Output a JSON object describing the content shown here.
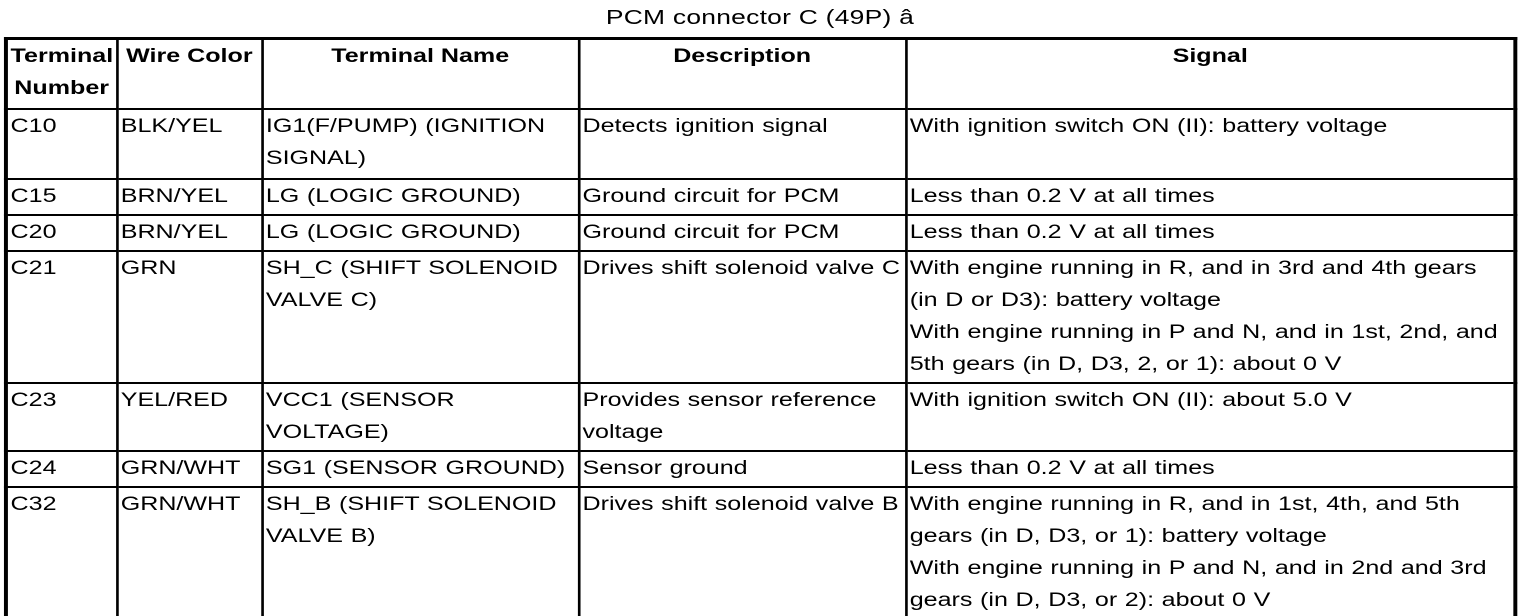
{
  "title": "PCM connector C (49P) â",
  "table": {
    "headers": {
      "terminal_number": "Terminal Number",
      "wire_color": "Wire Color",
      "terminal_name": "Terminal Name",
      "description": "Description",
      "signal": "Signal"
    },
    "rows": [
      {
        "terminal_number": "C10",
        "wire_color": "BLK/YEL",
        "terminal_name": "IG1(F/PUMP) (IGNITION SIGNAL)",
        "description": "Detects ignition signal",
        "signal": [
          "With ignition switch ON (II): battery voltage"
        ]
      },
      {
        "terminal_number": "C15",
        "wire_color": "BRN/YEL",
        "terminal_name": "LG (LOGIC GROUND)",
        "description": "Ground circuit for PCM",
        "signal": [
          "Less than 0.2 V at all times"
        ]
      },
      {
        "terminal_number": "C20",
        "wire_color": "BRN/YEL",
        "terminal_name": "LG (LOGIC GROUND)",
        "description": "Ground circuit for PCM",
        "signal": [
          "Less than 0.2 V at all times"
        ]
      },
      {
        "terminal_number": "C21",
        "wire_color": "GRN",
        "terminal_name": "SH_C (SHIFT SOLENOID VALVE C)",
        "description": "Drives shift solenoid valve C",
        "signal": [
          "With engine running in R, and in 3rd and 4th gears (in D or D3): battery voltage",
          "With engine running in P and N, and in 1st, 2nd, and 5th gears (in D, D3, 2, or 1): about 0 V"
        ]
      },
      {
        "terminal_number": "C23",
        "wire_color": "YEL/RED",
        "terminal_name": "VCC1 (SENSOR VOLTAGE)",
        "description": "Provides sensor reference voltage",
        "signal": [
          "With ignition switch ON (II): about 5.0 V"
        ]
      },
      {
        "terminal_number": "C24",
        "wire_color": "GRN/WHT",
        "terminal_name": "SG1 (SENSOR GROUND)",
        "description": "Sensor ground",
        "signal": [
          "Less than 0.2 V at all times"
        ]
      },
      {
        "terminal_number": "C32",
        "wire_color": "GRN/WHT",
        "terminal_name": "SH_B (SHIFT SOLENOID VALVE B)",
        "description": "Drives shift solenoid valve B",
        "signal": [
          "With engine running in R, and in 1st, 4th, and 5th gears (in D, D3, or 1): battery voltage",
          "With engine running in P and N, and in 2nd and 3rd gears (in D, D3, or 2): about 0 V"
        ]
      }
    ]
  },
  "colors": {
    "text": "#000000",
    "border": "#000000",
    "background": "#ffffff"
  }
}
